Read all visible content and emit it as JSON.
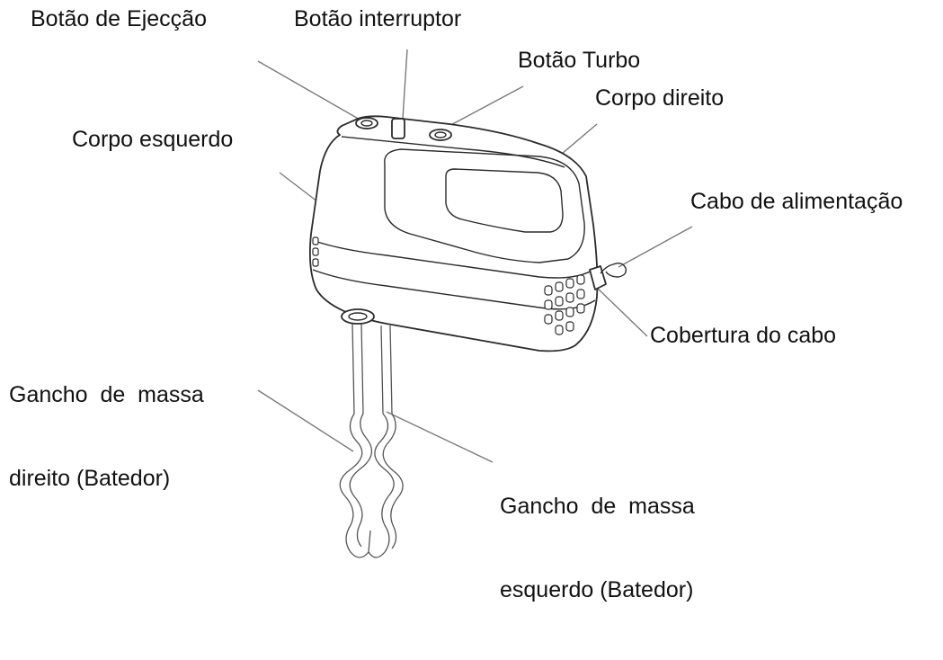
{
  "labels": {
    "eject_button": "Botão de Ejecção",
    "switch_button": "Botão interruptor",
    "turbo_button": "Botão Turbo",
    "right_body": "Corpo direito",
    "left_body": "Corpo esquerdo",
    "power_cord": "Cabo de alimentação",
    "cord_cover": "Cobertura do cabo",
    "right_dough_hook_line1": "Gancho  de  massa",
    "right_dough_hook_line2": "direito (Batedor)",
    "left_dough_hook_line1": "Gancho  de  massa",
    "left_dough_hook_line2": "esquerdo (Batedor)"
  },
  "colors": {
    "text": "#111111",
    "outline": "#2b2b2b",
    "leader_line": "#7a7a7a"
  }
}
